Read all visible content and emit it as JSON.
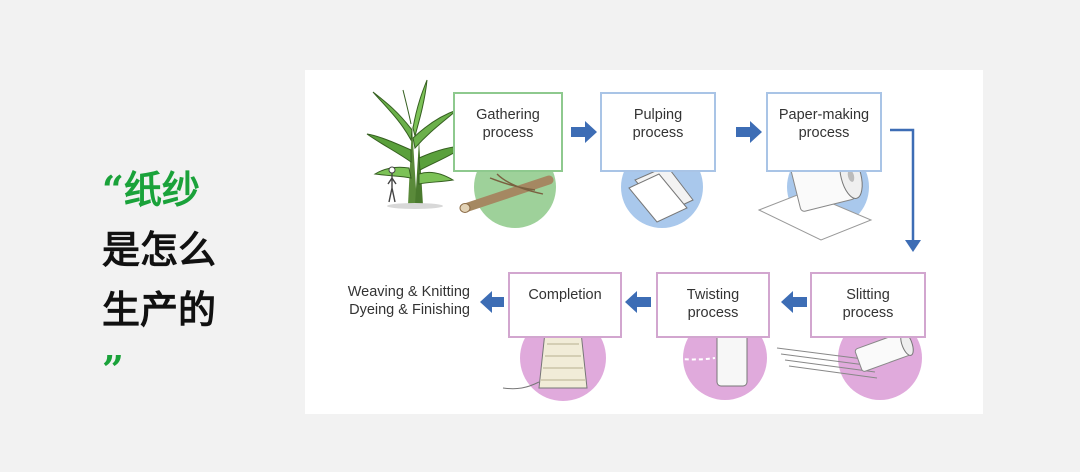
{
  "headline": {
    "open_quote": "“",
    "line1": "纸纱",
    "line2": "是怎么",
    "line3": "生产的",
    "close_quote": "”"
  },
  "diagram": {
    "steps": [
      {
        "line1": "Gathering",
        "line2": "process"
      },
      {
        "line1": "Pulping",
        "line2": "process"
      },
      {
        "line1": "Paper-making",
        "line2": "process"
      },
      {
        "line1": "Slitting",
        "line2": "process"
      },
      {
        "line1": "Twisting",
        "line2": "process"
      },
      {
        "line1": "Completion",
        "line2": ""
      }
    ],
    "end_label": {
      "line1": "Weaving & Knitting",
      "line2": "Dyeing & Finishing"
    },
    "colors": {
      "green_stage": "#8ec98e",
      "blue_stage": "#a9c4e6",
      "pink_stage": "#d2a6cf",
      "arrow": "#3d6db5"
    }
  }
}
